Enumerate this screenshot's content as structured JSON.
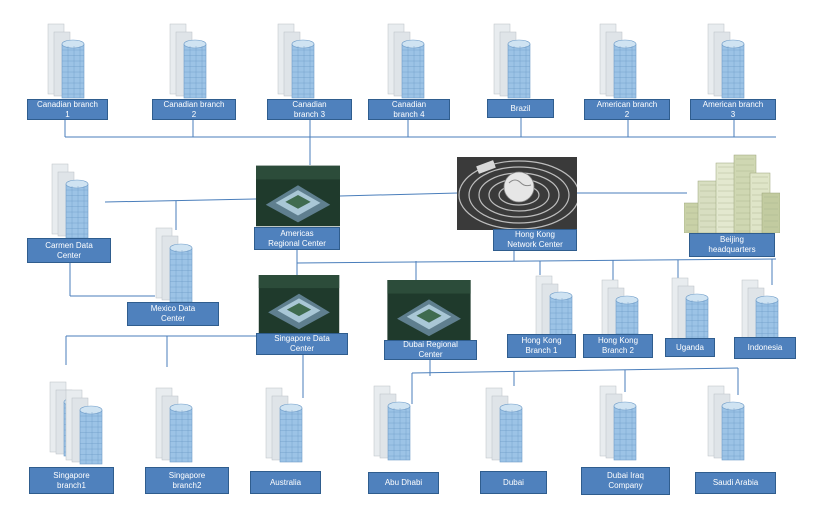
{
  "nodes": {
    "canadian_branch_1": "Canadian branch\n1",
    "canadian_branch_2": "Canadian branch\n2",
    "canadian_branch_3": "Canadian\nbranch 3",
    "canadian_branch_4": "Canadian\nbranch 4",
    "brazil": "Brazil",
    "american_branch_2": "American branch\n2",
    "american_branch_3": "American branch\n3",
    "carmen_data_center": "Carmen Data\nCenter",
    "americas_regional_center": "Americas\nRegional Center",
    "hong_kong_network_center": "Hong Kong\nNetwork Center",
    "beijing_headquarters": "Beijing\nheadquarters",
    "mexico_data_center": "Mexico Data\nCenter",
    "singapore_data_center": "Singapore Data\nCenter",
    "dubai_regional_center": "Dubai Regional\nCenter",
    "hong_kong_branch_1": "Hong Kong\nBranch 1",
    "hong_kong_branch_2": "Hong Kong\nBranch 2",
    "uganda": "Uganda",
    "indonesia": "Indonesia",
    "singapore_branch1": "Singapore\nbranch1",
    "singapore_branch2": "Singapore\nbranch2",
    "australia": "Australia",
    "abu_dhabi": "Abu Dhabi",
    "dubai": "Dubai",
    "dubai_iraq_company": "Dubai Iraq\nCompany",
    "saudi_arabia": "Saudi Arabia"
  },
  "colors": {
    "label_fill": "#4f81bd",
    "label_border": "#2f5d8e",
    "connector": "#4a7ebb",
    "building_glass": "#9cc3e6",
    "building_face": "#e8ecef"
  },
  "icons": {
    "branch": "office-tower-icon",
    "regional_center": "aerial-campus-icon",
    "network_center": "globe-network-icon",
    "headquarters": "city-skyline-icon"
  }
}
